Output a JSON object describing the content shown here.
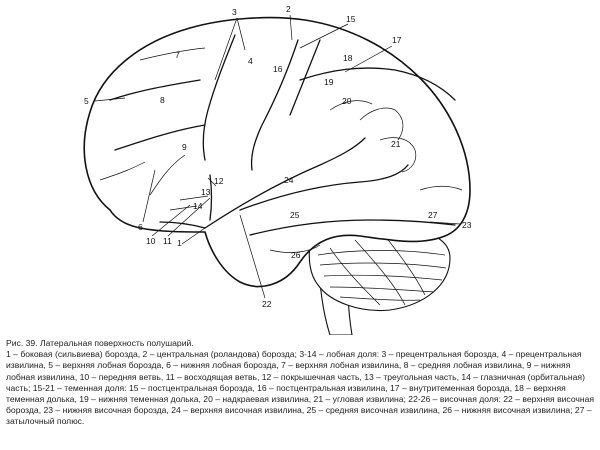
{
  "figure": {
    "labels": [
      "1",
      "2",
      "3",
      "4",
      "5",
      "6",
      "7",
      "8",
      "9",
      "10",
      "11",
      "12",
      "13",
      "14",
      "15",
      "16",
      "17",
      "18",
      "19",
      "20",
      "21",
      "22",
      "23",
      "24",
      "25",
      "26",
      "27"
    ],
    "line_color": "#111111"
  },
  "caption": {
    "title": "Рис. 39. Латеральная поверхность полушарий.",
    "body": "1 – боковая (сильвиева) борозда, 2 – центральная (роландова) борозда; 3-14 – лобная доля: 3 – прецентральная борозда, 4 – прецентральная извилина, 5 – верхняя лобная борозда, 6 – нижняя лобная борозда, 7 – верхняя лобная извилина, 8 – средняя лобная извилина, 9 – нижняя лобная извилина, 10 – передняя ветвь, 11 – восходящая ветвь, 12 – покрышечная часть, 13 – треугольная часть, 14 – глазничная (орбитальная) часть; 15-21 – теменная доля: 15 – постцентральная борозда, 16 – постцентральная извилина, 17 – внутритеменная борозда, 18 – верхняя теменная долька, 19 – нижняя теменная долька, 20 – надкраевая извилина, 21 – угловая извилина; 22-26 – височная доля: 22 – верхняя височная борозда, 23 – нижняя височная борозда, 24 – верхняя височная извилина, 25 – средняя височная извилина, 26 – нижняя височная извилина; 27 – затылочный полюс."
  }
}
